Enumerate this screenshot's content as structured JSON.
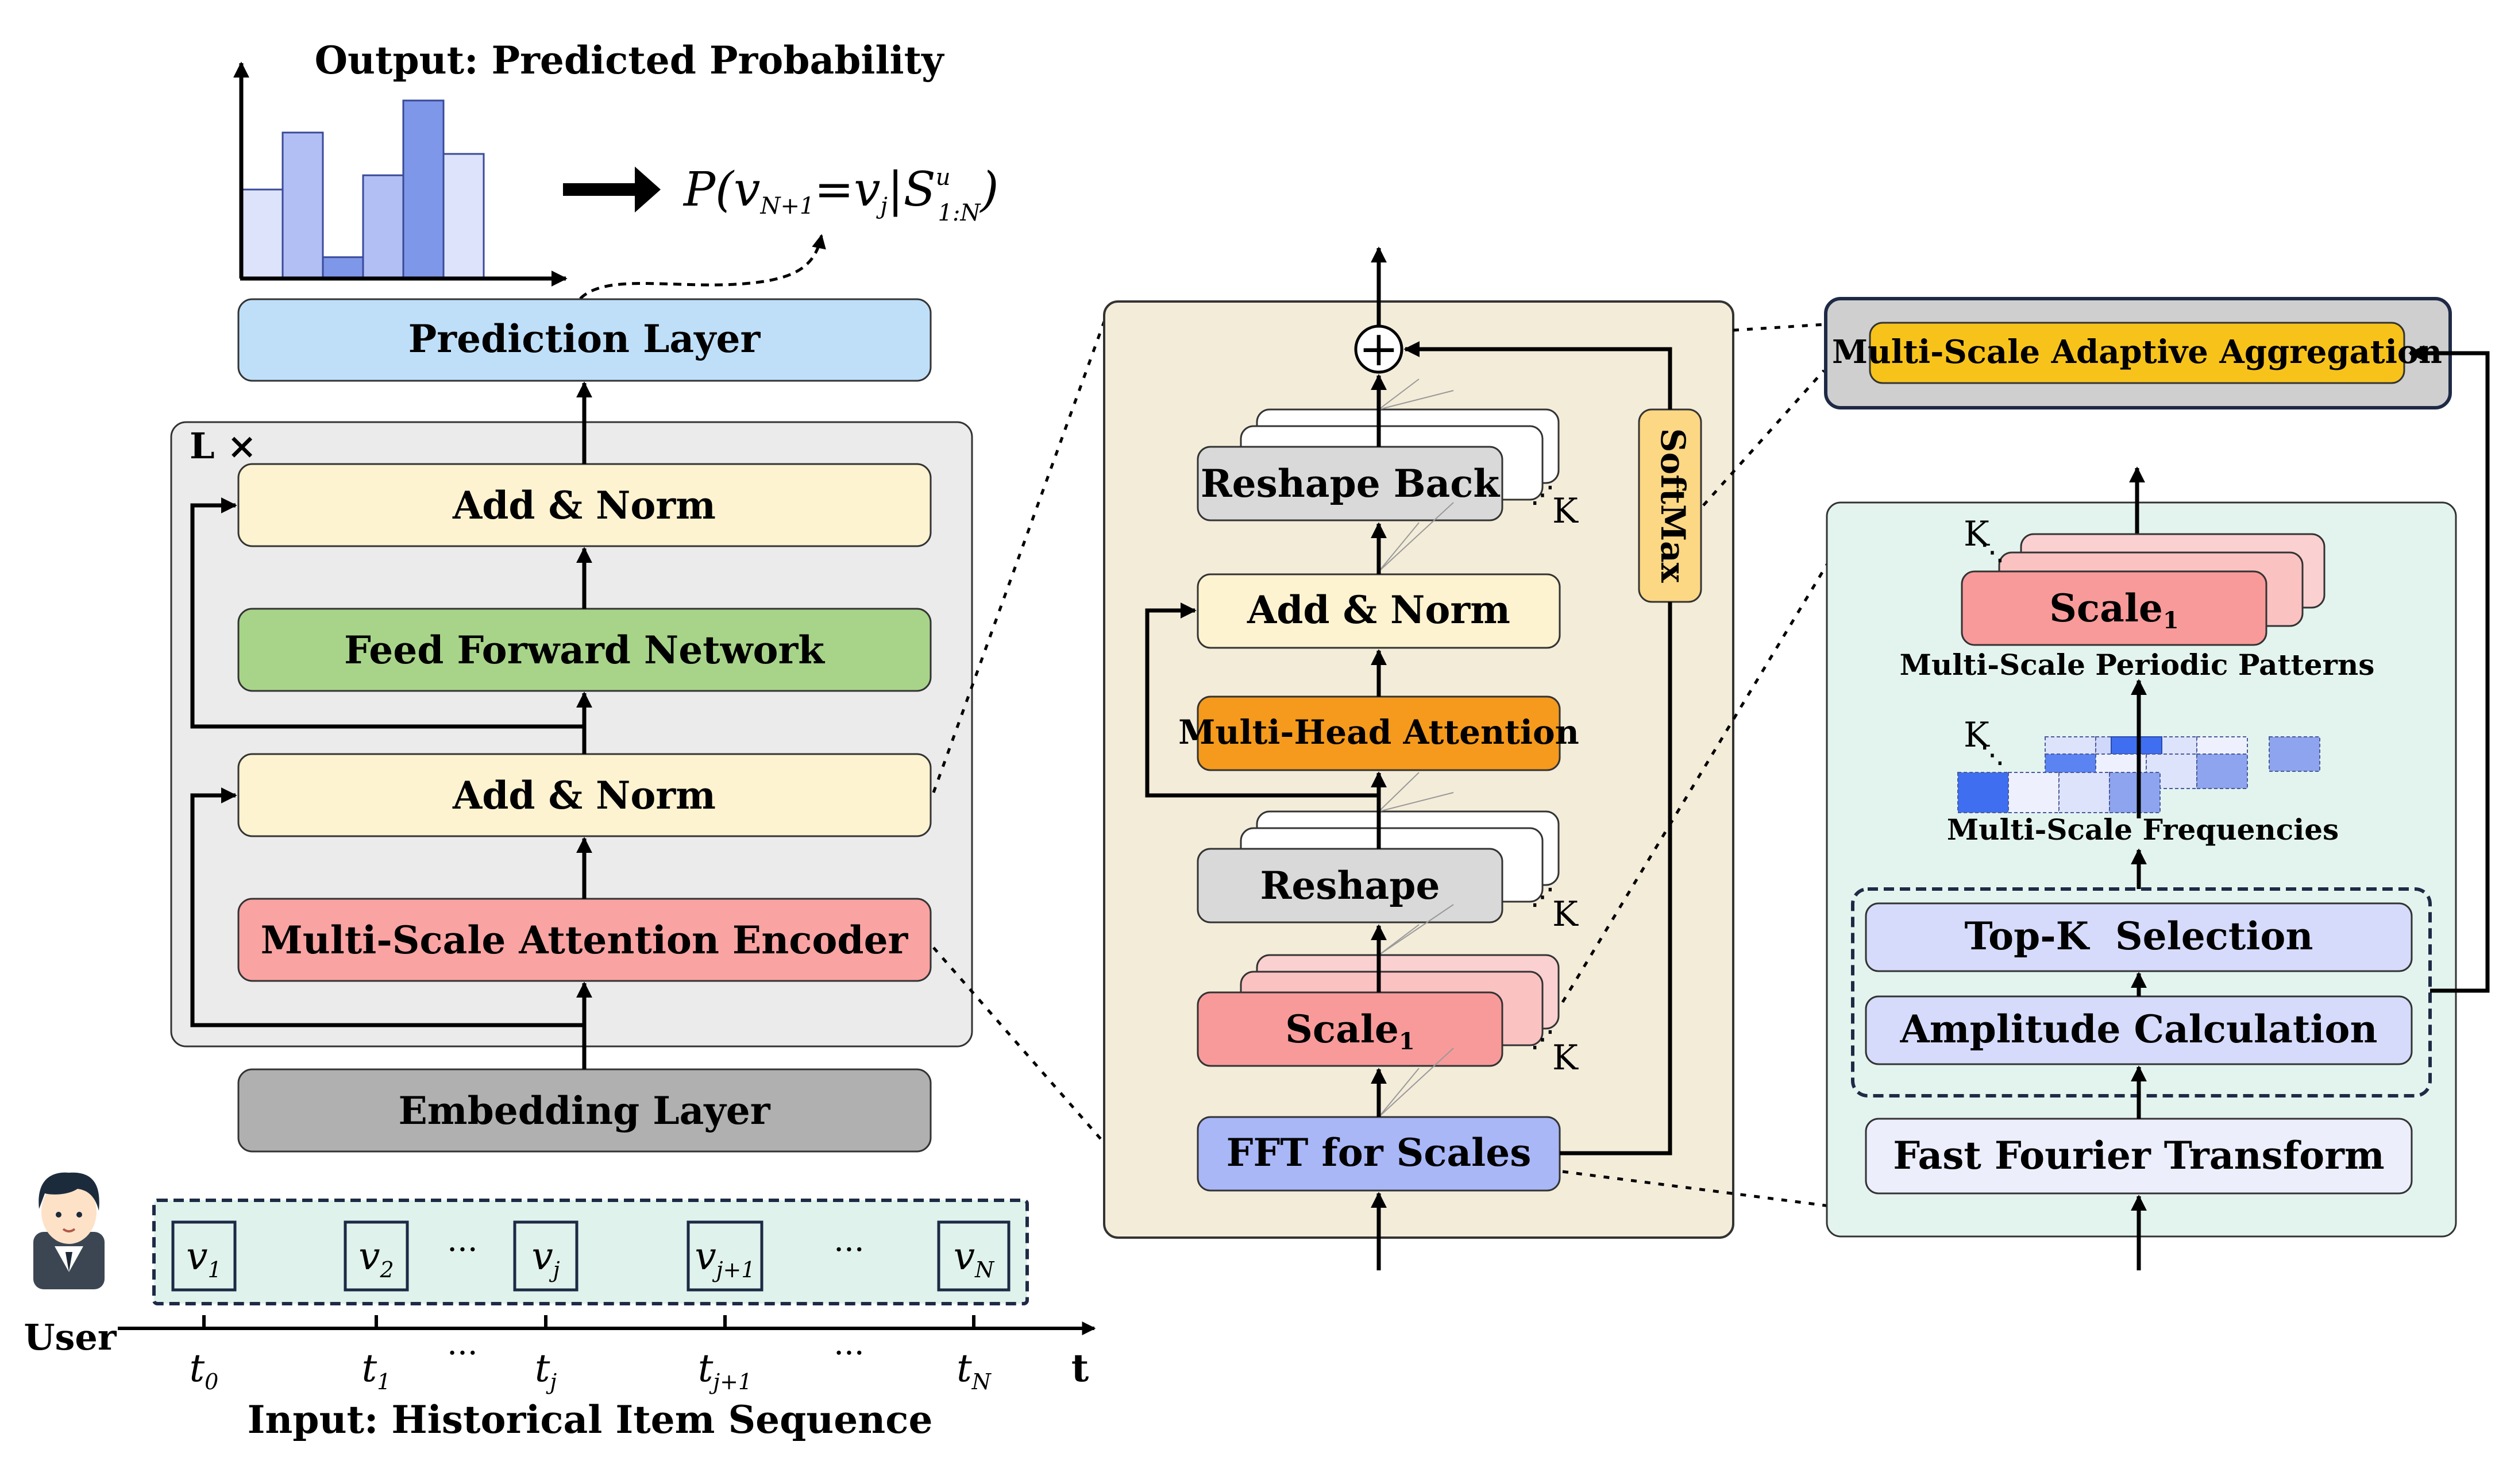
{
  "left": {
    "output_title": "Output: Predicted Probability",
    "histogram_values": [
      0.5,
      0.82,
      0.12,
      0.58,
      1.0,
      0.7
    ],
    "formula": {
      "p": "P(",
      "v": "v",
      "sub_n1": "N+1",
      "eq": "=",
      "vj": "v",
      "sub_j": "j",
      "bar": "|",
      "s": "S",
      "sup_u": "u",
      "sub_1n": "1:N",
      "close": ")"
    },
    "prediction_layer": "Prediction Layer",
    "layer_repeat": "L ×",
    "add_norm_top": "Add & Norm",
    "ffn": "Feed Forward Network",
    "add_norm_bottom": "Add & Norm",
    "msae": "Multi-Scale Attention Encoder",
    "embedding": "Embedding Layer",
    "user_label": "User",
    "items": [
      {
        "main": "v",
        "sub": "1"
      },
      {
        "main": "v",
        "sub": "2"
      },
      {
        "main": "v",
        "sub": "j"
      },
      {
        "main": "v",
        "sub": "j+1"
      },
      {
        "main": "v",
        "sub": "N"
      }
    ],
    "ellipsis": "···",
    "times": [
      {
        "main": "t",
        "sub": "0"
      },
      {
        "main": "t",
        "sub": "1"
      },
      {
        "main": "t",
        "sub": "j"
      },
      {
        "main": "t",
        "sub": "j+1"
      },
      {
        "main": "t",
        "sub": "N"
      }
    ],
    "time_axis_label": "t",
    "input_title": "Input: Historical Item Sequence"
  },
  "middle": {
    "reshape_back": "Reshape Back",
    "add_norm": "Add & Norm",
    "mha": "Multi-Head Attention",
    "reshape": "Reshape",
    "scale_main": "Scale",
    "scale_sub": "1",
    "fft": "FFT for Scales",
    "softmax": "SoftMax",
    "k_label": "K",
    "plus": "+"
  },
  "right": {
    "aggregation": "Multi-Scale Adaptive Aggregation",
    "scale_main": "Scale",
    "scale_sub": "1",
    "k_label": "K",
    "periodic": "Multi-Scale Periodic Patterns",
    "frequencies": "Multi-Scale Frequencies",
    "topk": "Top-K  Selection",
    "amplitude": "Amplitude Calculation",
    "fft": "Fast Fourier Transform"
  },
  "colors": {
    "prediction": "#bfdff9",
    "add_norm": "#fdf3d0",
    "ffn": "#a8d48a",
    "msae": "#f9a3a3",
    "embedding": "#b0b0b0",
    "encoder_bg": "#ebebeb",
    "sequence_bg": "#dff2ec",
    "mid_panel": "#f3ecd9",
    "reshape": "#d9d9d9",
    "mha": "#f59a1c",
    "scale": "#f89a9a",
    "fft_mid": "#a9b7f7",
    "softmax": "#fcd784",
    "agg_outer": "#cfcfcf",
    "agg_inner": "#f7c31b",
    "right_panel": "#e3f4ef",
    "lavender": "#d6dbfb",
    "fft_right": "#eceefb",
    "hist_light": "#dde3fb",
    "hist_mid": "#b2bff5",
    "hist_dark": "#7f97e8"
  }
}
